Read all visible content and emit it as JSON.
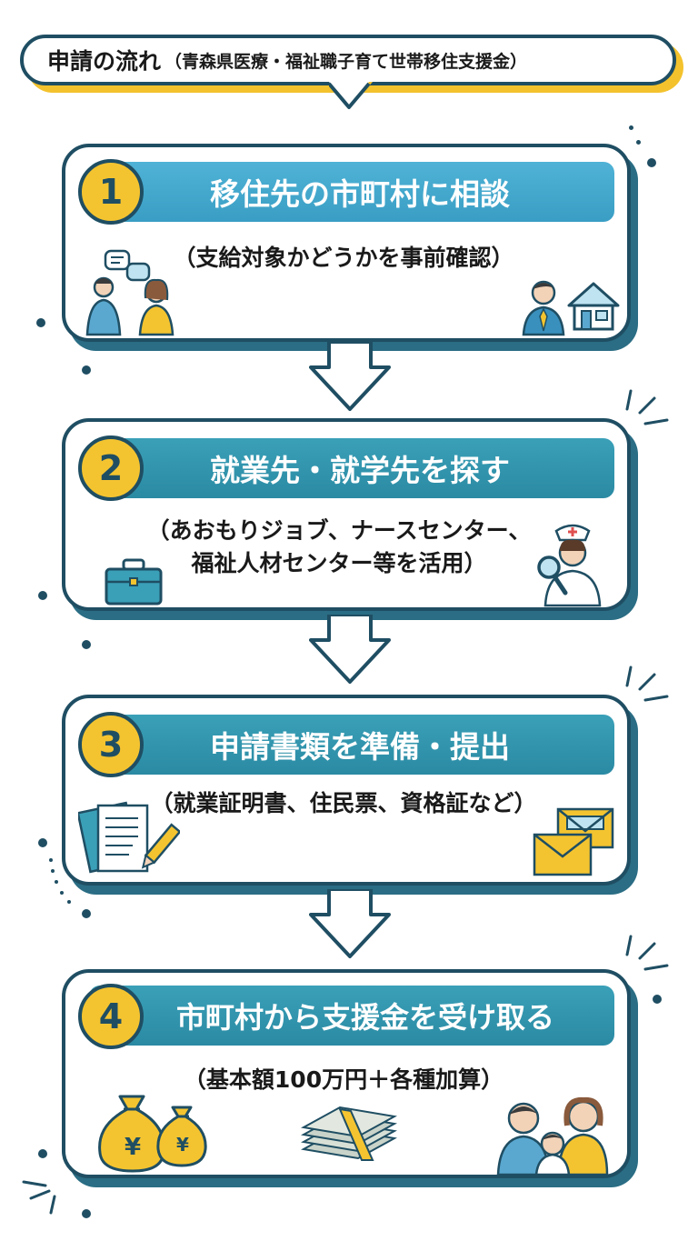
{
  "title": {
    "main": "申請の流れ",
    "sub": "（青森県医療・福祉職子育て世帯移住支援金）"
  },
  "steps": [
    {
      "number": "1",
      "heading": "移住先の市町村に相談",
      "desc": [
        "（支給対象かどうかを事前確認）"
      ]
    },
    {
      "number": "2",
      "heading": "就業先・就学先を探す",
      "desc": [
        "（あおもりジョブ、ナースセンター、",
        "福祉人材センター等を活用）"
      ]
    },
    {
      "number": "3",
      "heading": "申請書類を準備・提出",
      "desc": [
        "（就業証明書、住民票、資格証など）"
      ]
    },
    {
      "number": "4",
      "heading": "市町村から支援金を受け取る",
      "desc": [
        "（基本額100万円＋各種加算）"
      ]
    }
  ],
  "icons": {
    "yen_symbol": "¥"
  },
  "colors": {
    "navy": "#1f4e63",
    "accent_yellow": "#f4c430",
    "header_blue": "#4fb2d6",
    "header_teal": "#2b8aa3"
  }
}
